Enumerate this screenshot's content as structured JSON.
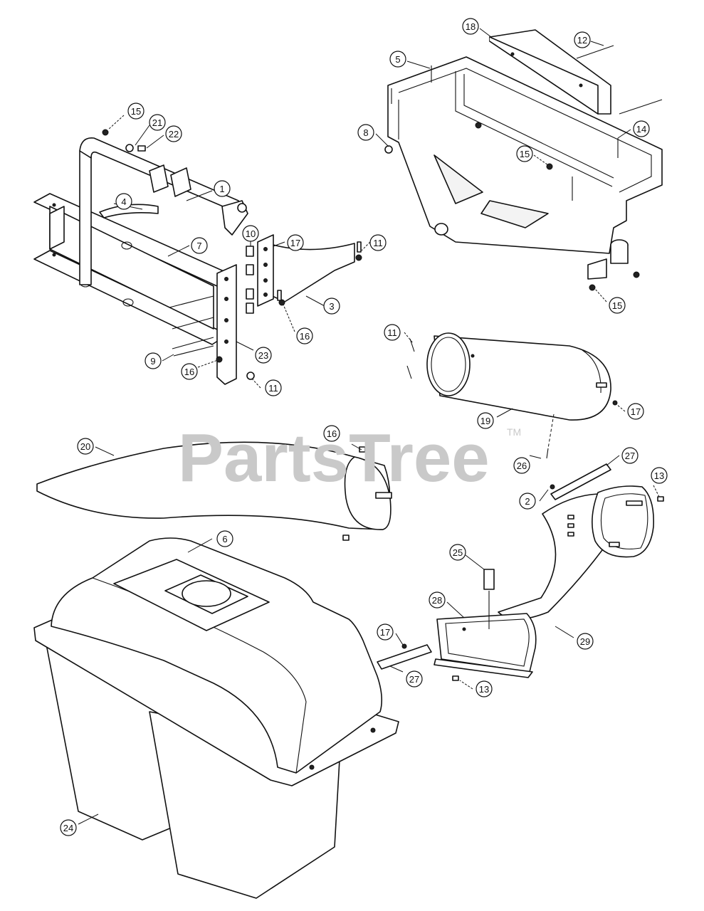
{
  "watermark": {
    "text": "PartsTree",
    "trademark": "TM"
  },
  "callouts": [
    {
      "id": "c-1",
      "label": "1"
    },
    {
      "id": "c-2",
      "label": "2"
    },
    {
      "id": "c-3",
      "label": "3"
    },
    {
      "id": "c-4",
      "label": "4"
    },
    {
      "id": "c-5",
      "label": "5"
    },
    {
      "id": "c-6",
      "label": "6"
    },
    {
      "id": "c-7",
      "label": "7"
    },
    {
      "id": "c-8",
      "label": "8"
    },
    {
      "id": "c-9",
      "label": "9"
    },
    {
      "id": "c-10",
      "label": "10"
    },
    {
      "id": "c-11a",
      "label": "11"
    },
    {
      "id": "c-11b",
      "label": "11"
    },
    {
      "id": "c-11c",
      "label": "11"
    },
    {
      "id": "c-12",
      "label": "12"
    },
    {
      "id": "c-13a",
      "label": "13"
    },
    {
      "id": "c-13b",
      "label": "13"
    },
    {
      "id": "c-14",
      "label": "14"
    },
    {
      "id": "c-15a",
      "label": "15"
    },
    {
      "id": "c-15b",
      "label": "15"
    },
    {
      "id": "c-15c",
      "label": "15"
    },
    {
      "id": "c-16a",
      "label": "16"
    },
    {
      "id": "c-16b",
      "label": "16"
    },
    {
      "id": "c-16c",
      "label": "16"
    },
    {
      "id": "c-17a",
      "label": "17"
    },
    {
      "id": "c-17b",
      "label": "17"
    },
    {
      "id": "c-17c",
      "label": "17"
    },
    {
      "id": "c-18",
      "label": "18"
    },
    {
      "id": "c-19",
      "label": "19"
    },
    {
      "id": "c-20",
      "label": "20"
    },
    {
      "id": "c-21",
      "label": "21"
    },
    {
      "id": "c-22",
      "label": "22"
    },
    {
      "id": "c-23",
      "label": "23"
    },
    {
      "id": "c-24",
      "label": "24"
    },
    {
      "id": "c-25",
      "label": "25"
    },
    {
      "id": "c-26",
      "label": "26"
    },
    {
      "id": "c-27a",
      "label": "27"
    },
    {
      "id": "c-27b",
      "label": "27"
    },
    {
      "id": "c-28",
      "label": "28"
    },
    {
      "id": "c-29",
      "label": "29"
    }
  ]
}
